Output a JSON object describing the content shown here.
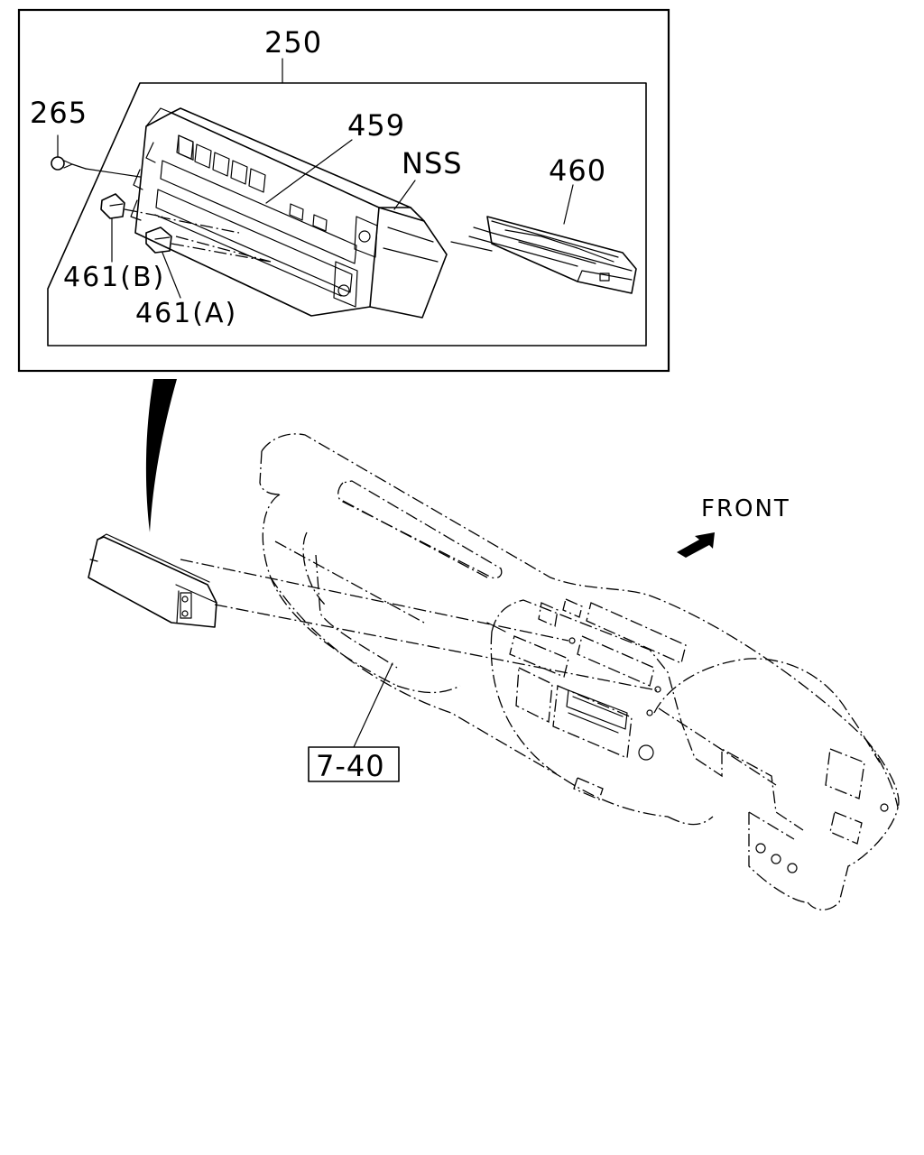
{
  "diagram": {
    "callouts": {
      "assembly": "250",
      "screw": "265",
      "panel": "459",
      "nss": "NSS",
      "unit": "460",
      "knob_b": "461(B)",
      "knob_a": "461(A)",
      "front": "FRONT",
      "reference": "7-40"
    }
  }
}
